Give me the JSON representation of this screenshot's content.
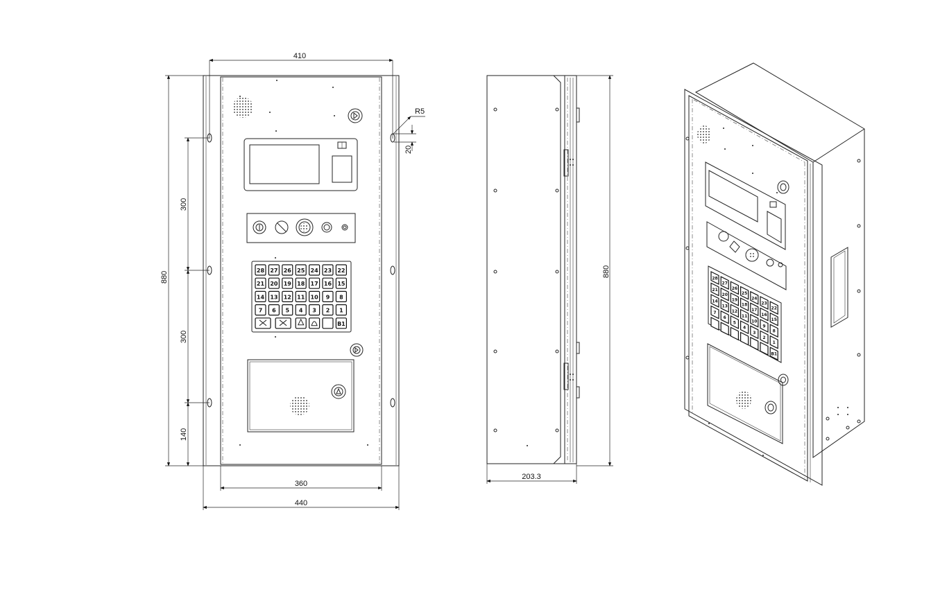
{
  "dimensions": {
    "top_width": "410",
    "inner_width": "360",
    "outer_width": "440",
    "height_front": "880",
    "height_side": "880",
    "depth_side": "203.3",
    "slot_upper": "300",
    "slot_lower": "300",
    "bottom_offset": "140",
    "radius": "R5",
    "radius_offset": "20"
  },
  "keypad": {
    "rows": [
      [
        "28",
        "27",
        "26",
        "25",
        "24",
        "23",
        "22"
      ],
      [
        "21",
        "20",
        "19",
        "18",
        "17",
        "16",
        "15"
      ],
      [
        "14",
        "13",
        "12",
        "11",
        "10",
        "9",
        "8"
      ],
      [
        "7",
        "6",
        "5",
        "4",
        "3",
        "2",
        "1"
      ]
    ],
    "special_keys": [
      "",
      "",
      "",
      "",
      "",
      "",
      "B1"
    ]
  },
  "iso_keypad": {
    "rows": [
      [
        "28",
        "27",
        "26",
        "25",
        "24",
        "23",
        "22"
      ],
      [
        "21",
        "20",
        "19",
        "18",
        "17",
        "16",
        "15"
      ],
      [
        "14",
        "13",
        "12",
        "11",
        "10",
        "9",
        "8"
      ],
      [
        "7",
        "6",
        "5",
        "4",
        "3",
        "2",
        "1"
      ]
    ],
    "last_key": "B1"
  },
  "icons": {
    "speaker": "speaker-grille-icon",
    "key_switch": "key-switch-icon",
    "estop": "emergency-stop-icon",
    "bell": "bell-icon",
    "fan": "fan-icon"
  }
}
